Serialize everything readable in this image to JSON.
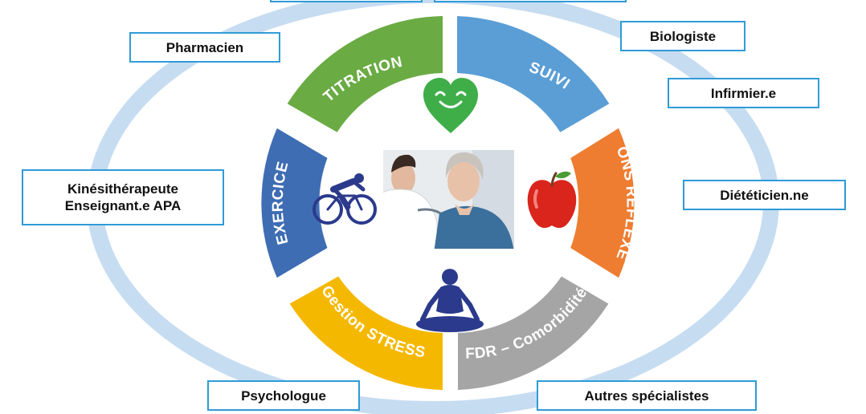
{
  "segments": {
    "titration": {
      "label": "TITRATION",
      "color": "#6aab44"
    },
    "suivi": {
      "label": "SUIVI",
      "color": "#5b9ed6"
    },
    "bons_reflexes": {
      "label": "BONS RÉFLEXES",
      "color": "#ee7d31"
    },
    "fdr": {
      "label": "FDR – Comorbidité",
      "color": "#a5a5a5"
    },
    "stress": {
      "label": "Gestion STRESS",
      "color": "#f5b800"
    },
    "exercice": {
      "label": "EXERCICE",
      "color": "#3f6db4"
    }
  },
  "professionals": {
    "pharmacien": "Pharmacien",
    "biologiste": "Biologiste",
    "infirmier": "Infirmier.e",
    "kine_line1": "Kinésithérapeute",
    "kine_line2": "Enseignant.e APA",
    "dieteticien": "Diététicien.ne",
    "psychologue": "Psychologue",
    "autres": "Autres spécialistes"
  },
  "colors": {
    "outer_ring": "#c6dcf1",
    "box_border": "#2f9bd8",
    "heart": "#3fae49",
    "apple": "#d9251c",
    "icon_blue": "#2b3a8c"
  },
  "icons": [
    "heart-smile-icon",
    "apple-icon",
    "cyclist-icon",
    "meditation-icon",
    "doctor-patient-photo"
  ]
}
